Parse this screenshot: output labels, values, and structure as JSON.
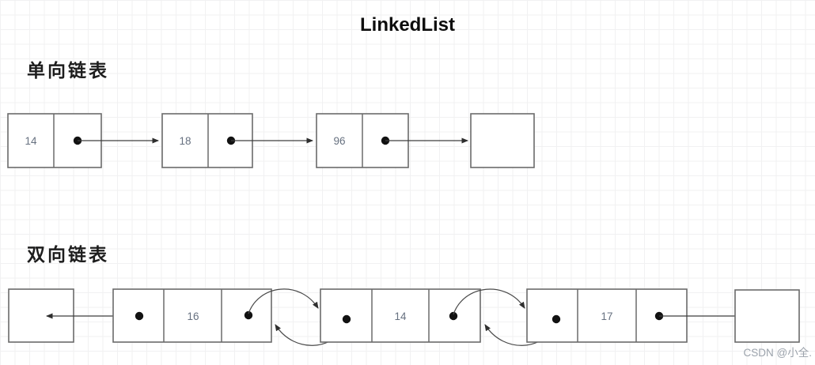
{
  "title": "LinkedList",
  "watermark": "CSDN @小全.",
  "singly": {
    "label": "单向链表",
    "nodes": [
      "14",
      "18",
      "96"
    ]
  },
  "doubly": {
    "label": "双向链表",
    "nodes": [
      "16",
      "14",
      "17"
    ]
  }
}
